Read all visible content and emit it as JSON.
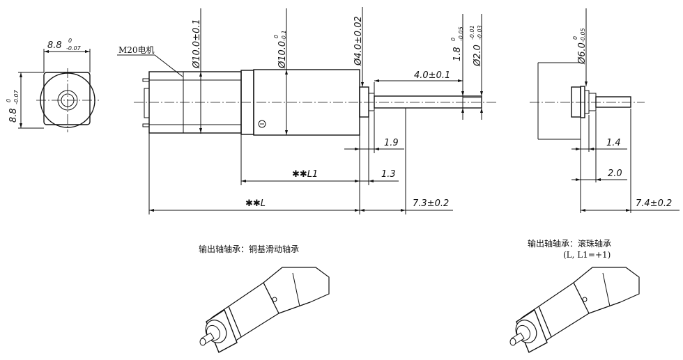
{
  "labels": {
    "motor": "M20电机",
    "end_w_main": "8.8",
    "end_w_sup": "0",
    "end_w_sub": "-0.07",
    "end_h_main": "8.8",
    "end_h_sup": "0",
    "end_h_sub": "-0.07",
    "dia1": "Ø10.0±0.1",
    "dia2_main": "Ø10.0",
    "dia2_sup": "0",
    "dia2_sub": "-0.1",
    "dia3": "Ø4.0±0.02",
    "dia4_main": "1.8",
    "dia4_sup": "0",
    "dia4_sub": "-0.05",
    "dia5_main": "Ø2.0",
    "dia5_sup": "-0.01",
    "dia5_sub": "-0.03",
    "len_flat": "4.0±0.1",
    "len_1_9": "1.9",
    "len_1_3": "1.3",
    "len_L1": "✱✱L1",
    "len_L": "✱✱L",
    "len_7_3": "7.3±0.2",
    "r_dia_main": "Ø6.0",
    "r_dia_sup": "0",
    "r_dia_sub": "-0.05",
    "r_1_4": "1.4",
    "r_2_0": "2.0",
    "r_7_4": "7.4±0.2"
  },
  "captions": {
    "left": "输出轴轴承：铜基滑动轴承",
    "right_line1": "输出轴轴承：滚珠轴承",
    "right_line2": "(L, L1=+1)"
  }
}
